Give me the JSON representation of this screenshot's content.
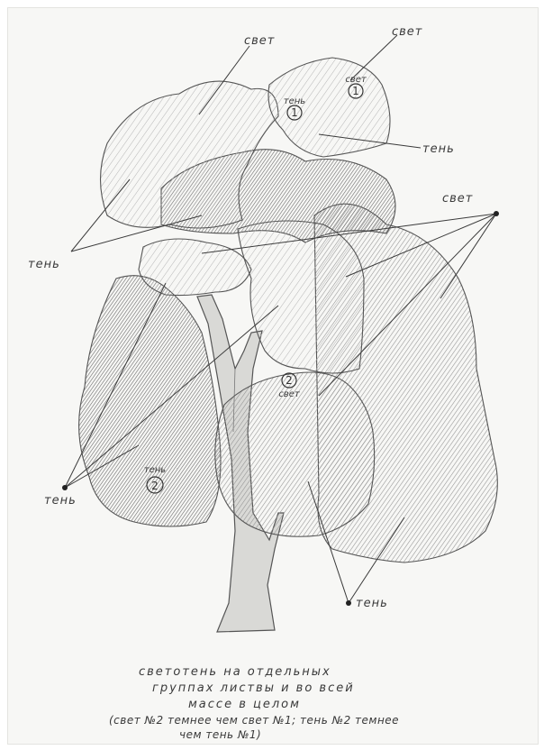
{
  "labels": {
    "svet": "свет",
    "ten": "тень",
    "one": "1",
    "two": "2"
  },
  "caption": {
    "line1": "светотень на отдельных",
    "line2": "группах листвы и во всей",
    "line3": "массе в целом",
    "line4": "(свет №2 темнее чем свет №1; тень №2 темнее",
    "line5": "чем тень №1)"
  },
  "colors": {
    "paper": "#f7f7f5",
    "pencil": "#3a3a3a"
  }
}
